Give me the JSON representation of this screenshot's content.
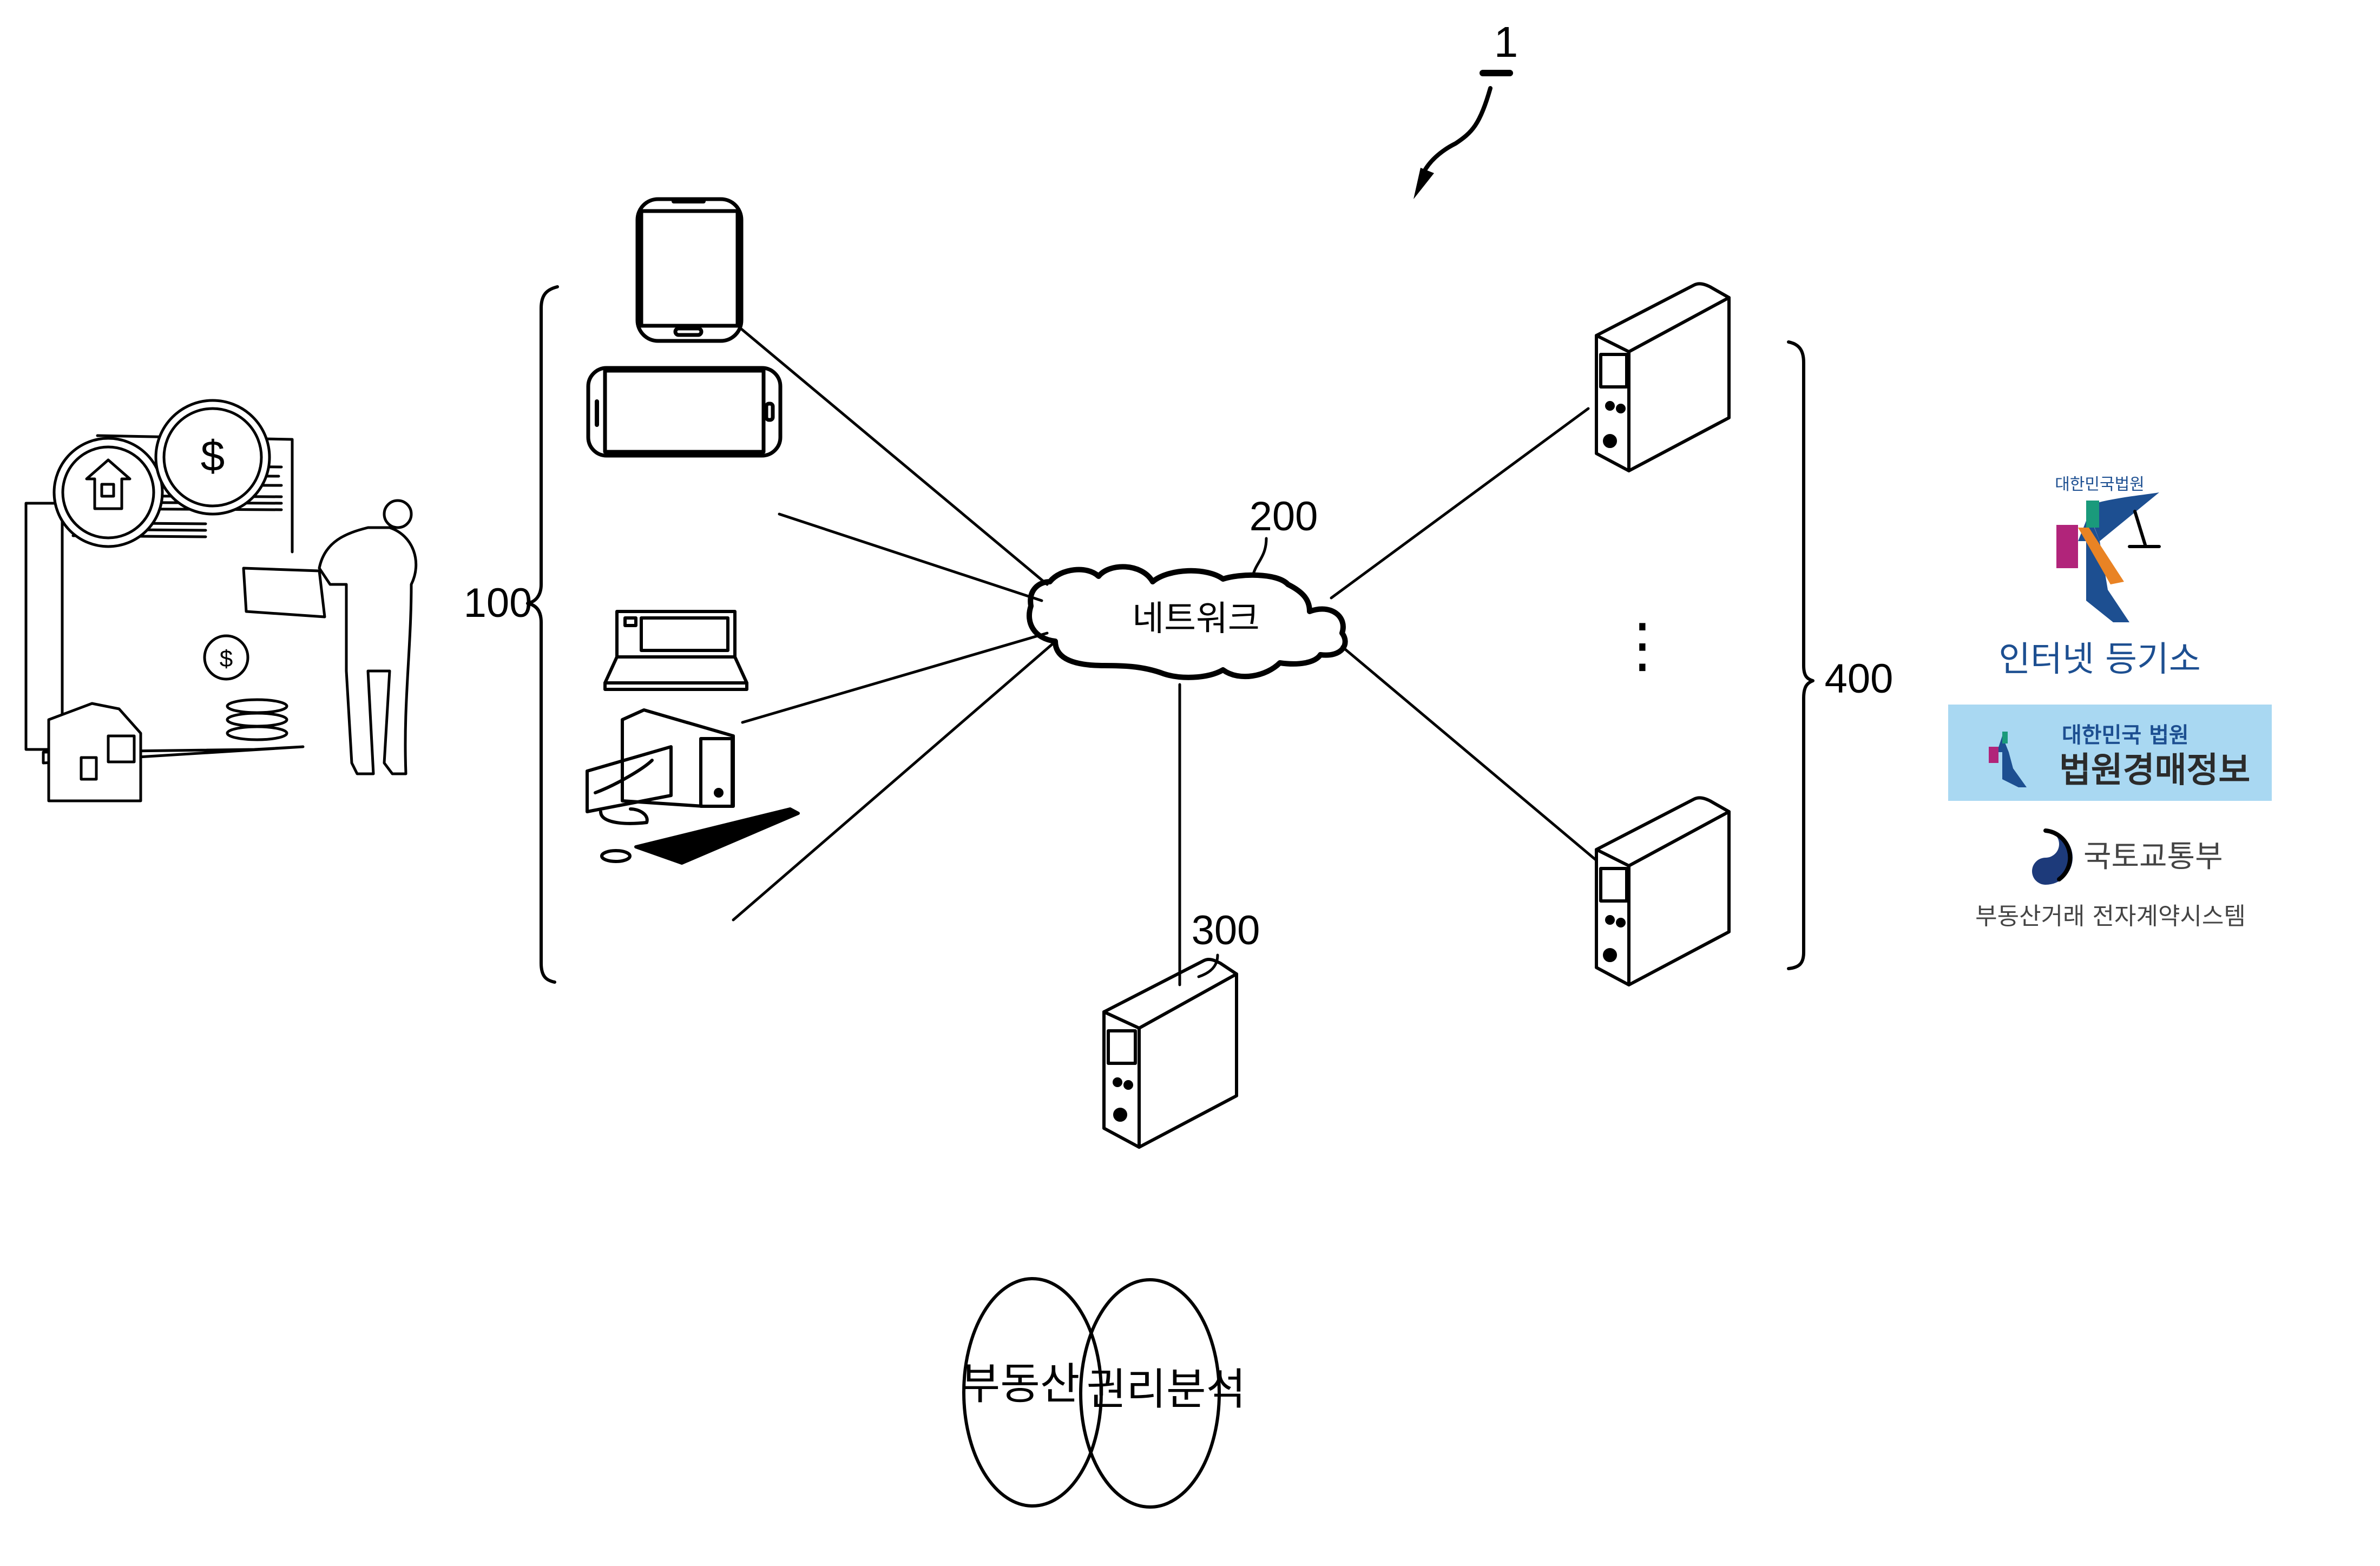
{
  "figure": {
    "reference_label": "1",
    "groups": {
      "user_terminals": {
        "ref": "100"
      },
      "network": {
        "ref": "200",
        "label": "네트워크"
      },
      "analysis_server": {
        "ref": "300"
      },
      "external_servers": {
        "ref": "400",
        "more_indicator": "⋮"
      }
    },
    "devices": [
      {
        "id": "smartphone",
        "kind": "smartphone-portrait"
      },
      {
        "id": "tablet",
        "kind": "smartphone-landscape"
      },
      {
        "id": "laptop",
        "kind": "laptop"
      },
      {
        "id": "desktop",
        "kind": "desktop-pc"
      }
    ],
    "venn": {
      "left": "부동산",
      "right": "권리분석"
    },
    "external_services": [
      {
        "name": "인터넷 등기소",
        "seal_text": "대한민국법원",
        "color": "#1d4f91"
      },
      {
        "name": "법원경매정보",
        "subtitle": "대한민국 법원",
        "background": "#a9d8f2",
        "color": "#1d4f91"
      },
      {
        "name": "국토교통부",
        "colors": {
          "blue": "#1d3a7a",
          "red": "#c8102e"
        }
      },
      {
        "name": "부동산거래 전자계약시스템"
      }
    ],
    "illustration": {
      "subject": "person with laptop next to house, coins and document",
      "symbols": [
        "house-icon",
        "dollar-coin-icon",
        "dollar-coin-icon"
      ],
      "dollar_glyph": "$"
    }
  }
}
